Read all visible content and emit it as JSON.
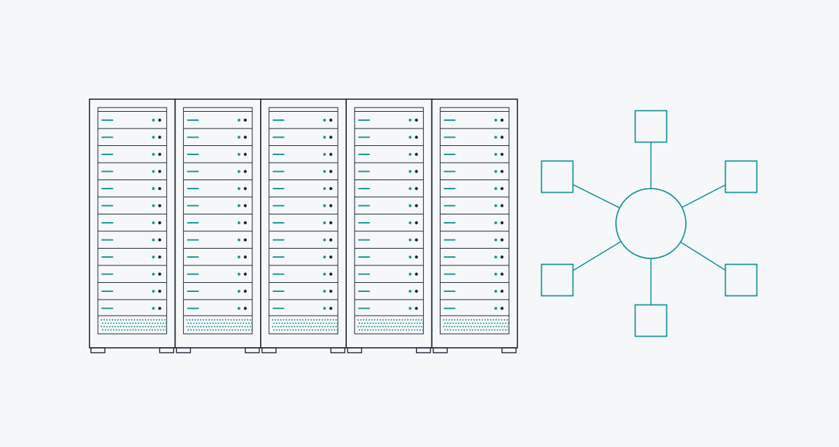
{
  "colors": {
    "background": "#f6f7f9",
    "rack_outline": "#1b2733",
    "teal": "#1a9696",
    "led_dark": "#1b2733",
    "grille_dot": "#1a8a8a"
  },
  "icons": {
    "rack_cabinet": "server-rack-icon",
    "network": "star-network-icon"
  },
  "server_racks": {
    "rack_count": 5,
    "units_per_rack": 12,
    "unit_indicator": "teal-line-teal-dot-dark-dot",
    "base": "ventilation-grille-with-feet"
  },
  "network_topology": {
    "layout": "star",
    "hub_shape": "circle",
    "node_shape": "square",
    "node_count": 6,
    "nodes": [
      {
        "position": "top"
      },
      {
        "position": "upper-left"
      },
      {
        "position": "upper-right"
      },
      {
        "position": "lower-left"
      },
      {
        "position": "lower-right"
      },
      {
        "position": "bottom"
      }
    ]
  }
}
